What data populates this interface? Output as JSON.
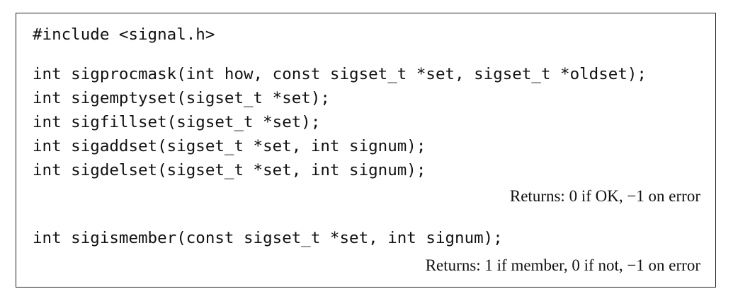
{
  "include_line": "#include <signal.h>",
  "group1": [
    "int sigprocmask(int how, const sigset_t *set, sigset_t *oldset);",
    "int sigemptyset(sigset_t *set);",
    "int sigfillset(sigset_t *set);",
    "int sigaddset(sigset_t *set, int signum);",
    "int sigdelset(sigset_t *set, int signum);"
  ],
  "group1_returns": "Returns: 0 if OK, −1 on error",
  "group2": [
    "int sigismember(const sigset_t *set, int signum);"
  ],
  "group2_returns": "Returns: 1 if member, 0 if not, −1 on error"
}
